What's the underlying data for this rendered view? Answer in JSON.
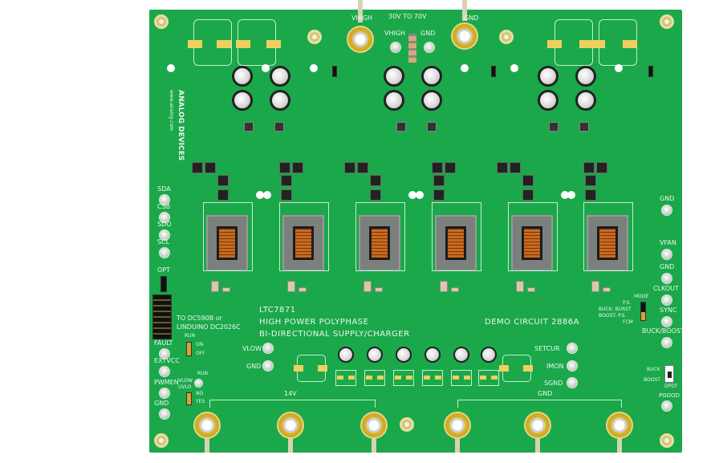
{
  "board": {
    "title": "LTC7871",
    "subtitle_1": "HIGH POWER POLYPHASE",
    "subtitle_2": "BI-DIRECTIONAL SUPPLY/CHARGER",
    "demo_circuit": "DEMO CIRCUIT 2886A",
    "input_range": "30V TO 70V",
    "connector_note_1": "TO DC590B or",
    "connector_note_2": "LINDUINO DC2026C",
    "brand": "ANALOG DEVICES",
    "website": "www.analog.com",
    "colors": {
      "pcb": "#1aa84a",
      "silkscreen": "#eef6ee",
      "gold": "#d9b52a"
    }
  },
  "top_labels": {
    "vhigh_tp": "VHIGH",
    "gnd_tp": "GND",
    "vhigh_lug": "VHIGH",
    "gnd_lug": "GND"
  },
  "left_test_points": [
    "SDA",
    "CSB",
    "SDO",
    "SCL"
  ],
  "opt_label": "OPT",
  "left_lower_test_points": [
    "FAULT",
    "EXTVCC",
    "PWMEN",
    "GND"
  ],
  "run_jumper": {
    "title": "RUN",
    "on": "ON",
    "off": "OFF"
  },
  "uvlo_jumper": {
    "run": "RUN",
    "vlow": "VLOW",
    "uvlo": "UVLO",
    "no": "NO",
    "yes": "YES"
  },
  "center_test_points": [
    "VLOW",
    "GND"
  ],
  "right_center_test_points": [
    "SETCUR",
    "IMON",
    "SGND"
  ],
  "right_test_points": [
    "GND",
    "VFAN",
    "GND",
    "CLKOUT",
    "SYNC",
    "BUCK/BOOST"
  ],
  "pgood": "PGOOD",
  "mode_jumper": {
    "title": "MODE",
    "ps": "P.S.",
    "buck": "BUCK: BURST",
    "boost": "BOOST: P.S.",
    "fcm": "FCM"
  },
  "switch": {
    "buck": "BUCK",
    "boost": "BOOST",
    "name": "DPDT"
  },
  "bottom_groups": {
    "left": "14V",
    "right": "GND"
  }
}
